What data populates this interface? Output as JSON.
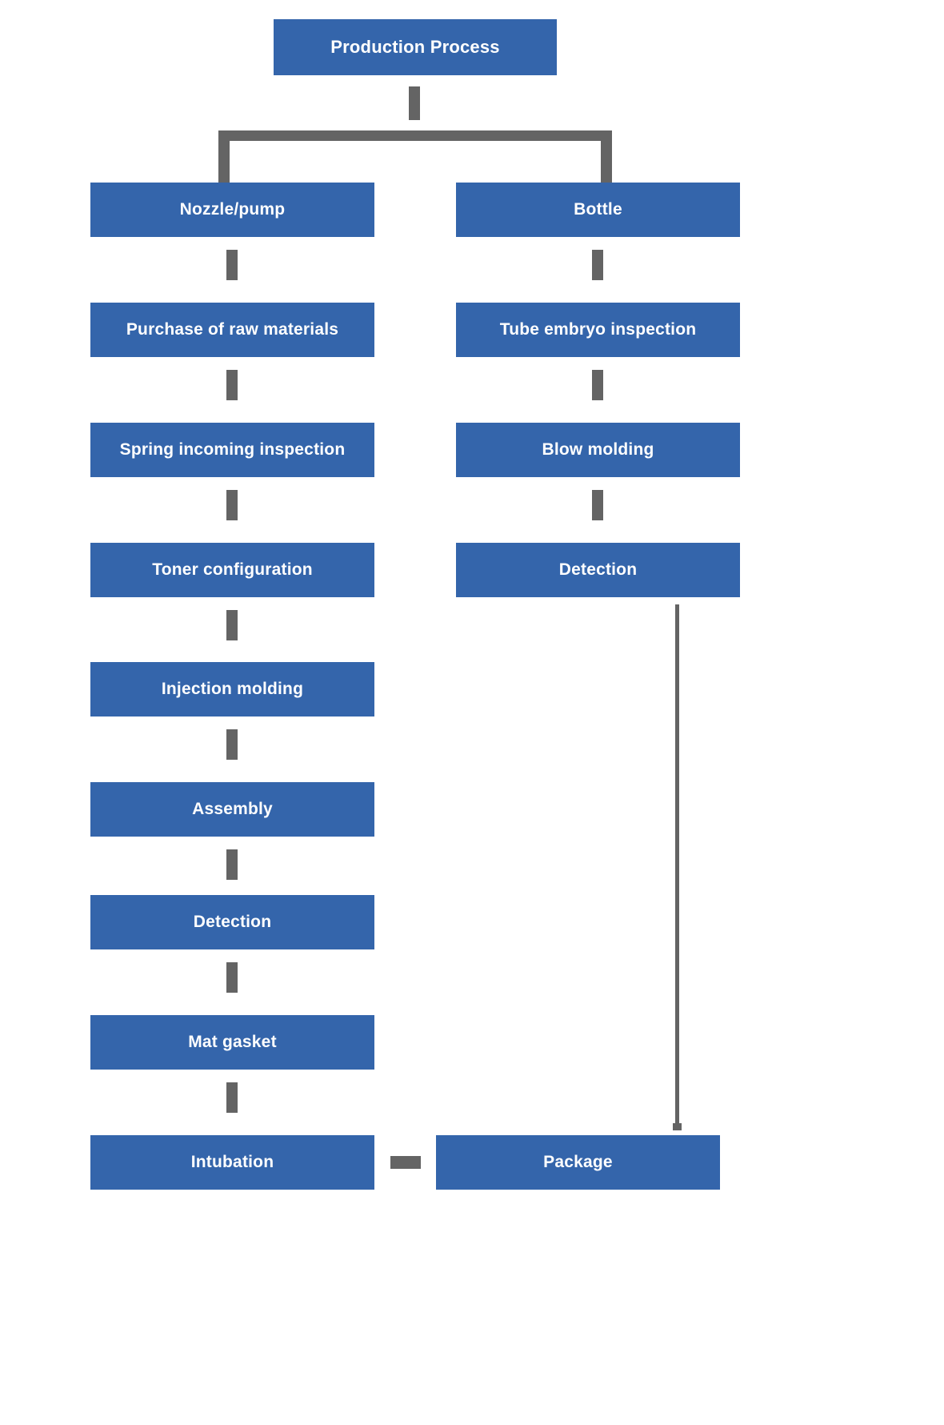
{
  "diagram": {
    "title": "Production Process",
    "palette": {
      "node_fill": "#3465ab",
      "node_text": "#ffffff",
      "connector": "#646464",
      "background": "#ffffff"
    },
    "root": {
      "label": "Production Process"
    },
    "branches": [
      {
        "name": "nozzle-pump-branch",
        "head": "Nozzle/pump",
        "steps": [
          "Purchase of raw materials",
          "Spring incoming inspection",
          "Toner configuration",
          "Injection molding",
          "Assembly",
          "Detection",
          "Mat gasket",
          "Intubation"
        ]
      },
      {
        "name": "bottle-branch",
        "head": "Bottle",
        "steps": [
          "Tube embryo inspection",
          "Blow molding",
          "Detection"
        ]
      }
    ],
    "terminal": {
      "label": "Package"
    }
  }
}
